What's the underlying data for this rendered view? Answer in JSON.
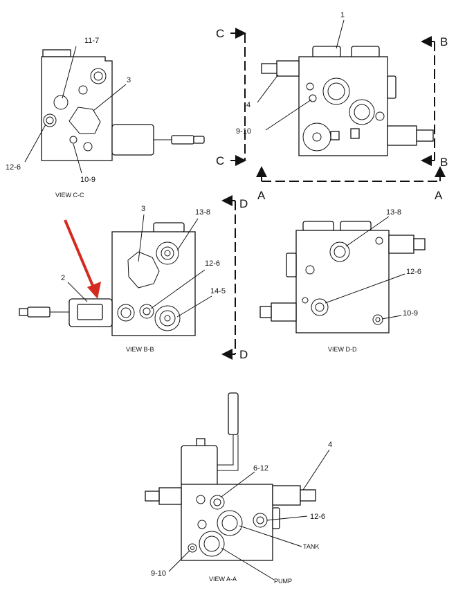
{
  "views": {
    "cc": {
      "caption": "VIEW C-C",
      "callouts": {
        "c1": "11-7",
        "c2": "3",
        "c3": "12-6",
        "c4": "10-9"
      }
    },
    "top": {
      "callouts": {
        "c1": "1",
        "c2": "4",
        "c3": "9-10"
      },
      "section_letters": {
        "c": "C",
        "b": "B",
        "a": "A"
      }
    },
    "bb": {
      "caption": "VIEW B-B",
      "callouts": {
        "c1": "3",
        "c2": "13-8",
        "c3": "12-6",
        "c4": "14-5",
        "c5": "2"
      },
      "section_letter": "D"
    },
    "dd": {
      "caption": "VIEW D-D",
      "callouts": {
        "c1": "13-8",
        "c2": "12-6",
        "c3": "10-9"
      }
    },
    "aa": {
      "caption": "VIEW A-A",
      "callouts": {
        "c1": "4",
        "c2": "6-12",
        "c3": "12-6",
        "c4": "TANK",
        "c5": "9-10",
        "c6": "PUMP"
      }
    }
  },
  "colors": {
    "line": "#111111",
    "highlight_arrow": "#d42a1f",
    "background": "#ffffff"
  }
}
